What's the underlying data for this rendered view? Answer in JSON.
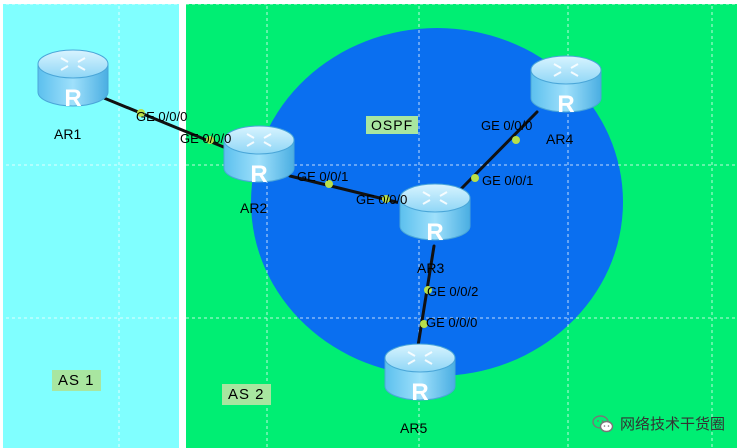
{
  "areas": {
    "as1_label": "AS  1",
    "as2_label": "AS  2",
    "ospf_label": "OSPF"
  },
  "routers": {
    "ar1": "AR1",
    "ar2": "AR2",
    "ar3": "AR3",
    "ar4": "AR4",
    "ar5": "AR5",
    "icon_glyph": "R"
  },
  "interfaces": {
    "ar1_ge000": "GE 0/0/0",
    "ar2_ge000": "GE 0/0/0",
    "ar2_ge001": "GE 0/0/1",
    "ar3_ge000": "GE 0/0/0",
    "ar3_ge001": "GE 0/0/1",
    "ar3_ge002": "GE 0/0/2",
    "ar4_ge000": "GE 0/0/0",
    "ar5_ge000": "GE 0/0/0"
  },
  "watermark": {
    "text": "网络技术干货圈",
    "icon": "wechat-icon"
  },
  "colors": {
    "as1_fill": "#80ffff",
    "as2_fill": "#00ee73",
    "ospf_fill": "#0a6ff0",
    "link": "#111111",
    "port_dot": "#b8e04a",
    "router_body": "#7fd0f5"
  }
}
